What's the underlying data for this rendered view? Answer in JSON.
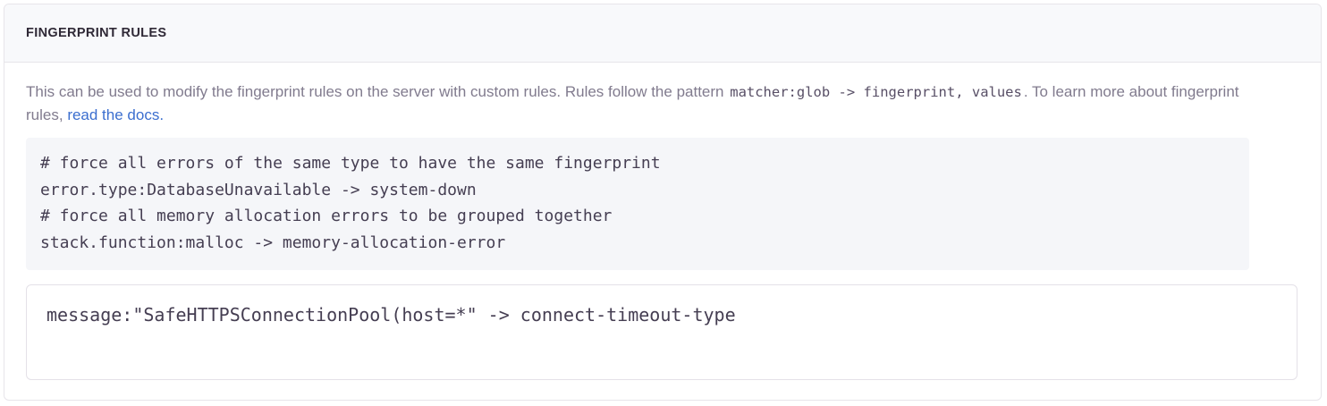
{
  "panel": {
    "header_title": "FINGERPRINT RULES",
    "description": {
      "part1": "This can be used to modify the fingerprint rules on the server with custom rules. Rules follow the pattern",
      "inline_code": "matcher:glob -> fingerprint, values",
      "part2": ". To learn more about fingerprint rules,",
      "link_label": "read the docs.",
      "link_color": "#3b6ecf"
    },
    "example_code": {
      "lines": [
        "# force all errors of the same type to have the same fingerprint",
        "error.type:DatabaseUnavailable -> system-down",
        "# force all memory allocation errors to be grouped together",
        "stack.function:malloc -> memory-allocation-error"
      ]
    },
    "rules_input": {
      "value": "message:\"SafeHTTPSConnectionPool(host=*\" -> connect-timeout-type",
      "placeholder": ""
    }
  }
}
